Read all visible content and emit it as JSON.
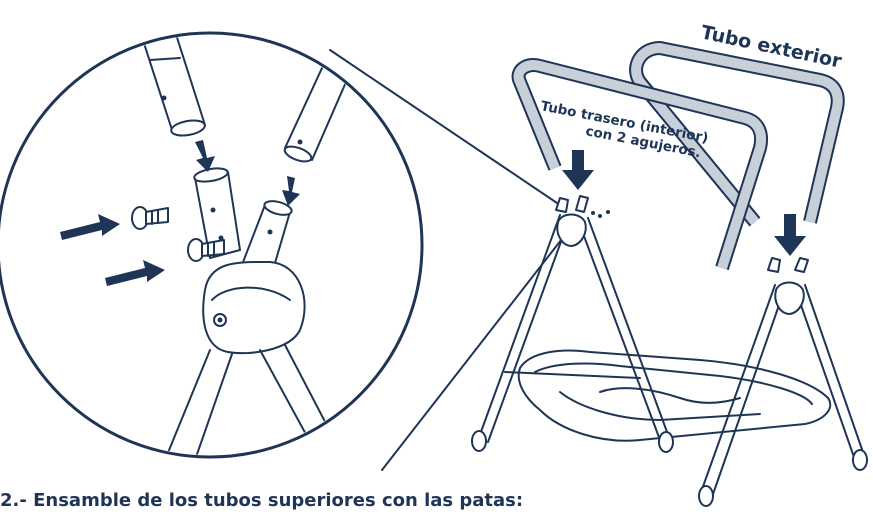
{
  "labels": {
    "outer_tube": "Tubo exterior",
    "rear_tube_line1": "Tubo trasero (interior)",
    "rear_tube_line2": "con 2 agujeros."
  },
  "caption": "2.- Ensamble de los tubos superiores con las patas:",
  "colors": {
    "ink": "#1f3556",
    "tube_fill": "#c7cfd8",
    "background": "#ffffff"
  }
}
